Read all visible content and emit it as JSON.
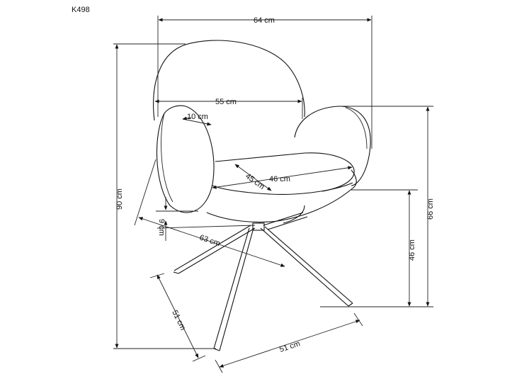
{
  "product_code": "K498",
  "dimensions": {
    "total_width": "64 cm",
    "backrest_width": "55 cm",
    "armrest_width": "10 cm",
    "seat_width": "46 cm",
    "seat_depth": "45 cm",
    "total_height": "90 cm",
    "seat_thickness": "9 cm",
    "total_depth": "63 cm",
    "armrest_height": "66 cm",
    "seat_height": "46 cm",
    "base_depth": "51 cm",
    "base_width": "51 cm"
  }
}
